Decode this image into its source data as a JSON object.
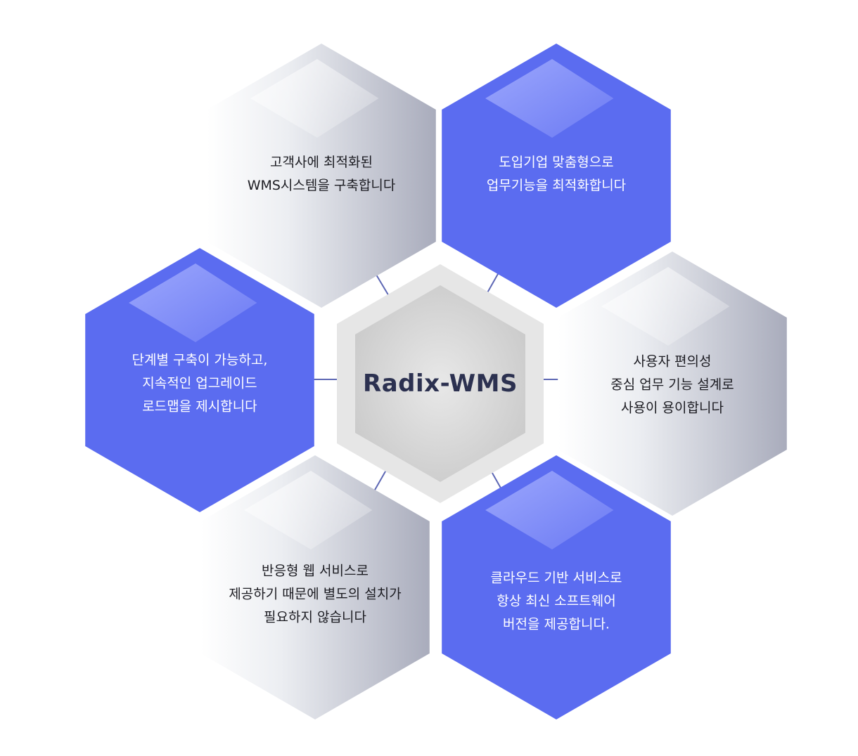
{
  "center": {
    "title": "Radix-WMS"
  },
  "features": [
    {
      "id": "top-left",
      "style": "gray",
      "lines": [
        "고객사에 최적화된",
        "WMS시스템을 구축합니다"
      ]
    },
    {
      "id": "top-right",
      "style": "blue",
      "lines": [
        "도입기업 맞춤형으로",
        "업무기능을 최적화합니다"
      ]
    },
    {
      "id": "mid-left",
      "style": "blue",
      "lines": [
        "단계별 구축이 가능하고,",
        "지속적인 업그레이드",
        "로드맵을 제시합니다"
      ]
    },
    {
      "id": "mid-right",
      "style": "gray",
      "lines": [
        "사용자 편의성",
        "중심 업무 기능 설계로",
        "사용이 용이합니다"
      ]
    },
    {
      "id": "bottom-left",
      "style": "gray",
      "lines": [
        "반응형 웹 서비스로",
        "제공하기 때문에 별도의 설치가",
        "필요하지 않습니다"
      ]
    },
    {
      "id": "bottom-right",
      "style": "blue",
      "lines": [
        "클라우드 기반 서비스로",
        "항상 최신 소프트웨어",
        "버전을 제공합니다."
      ]
    }
  ],
  "colors": {
    "blue": "#5b6cf0",
    "gray_light": "#f4f5f7",
    "gray_dark": "#a9acbc",
    "connector": "#5d67b4",
    "center_outer": "#e6e6e6",
    "center_inner": "#d2d2d2"
  }
}
